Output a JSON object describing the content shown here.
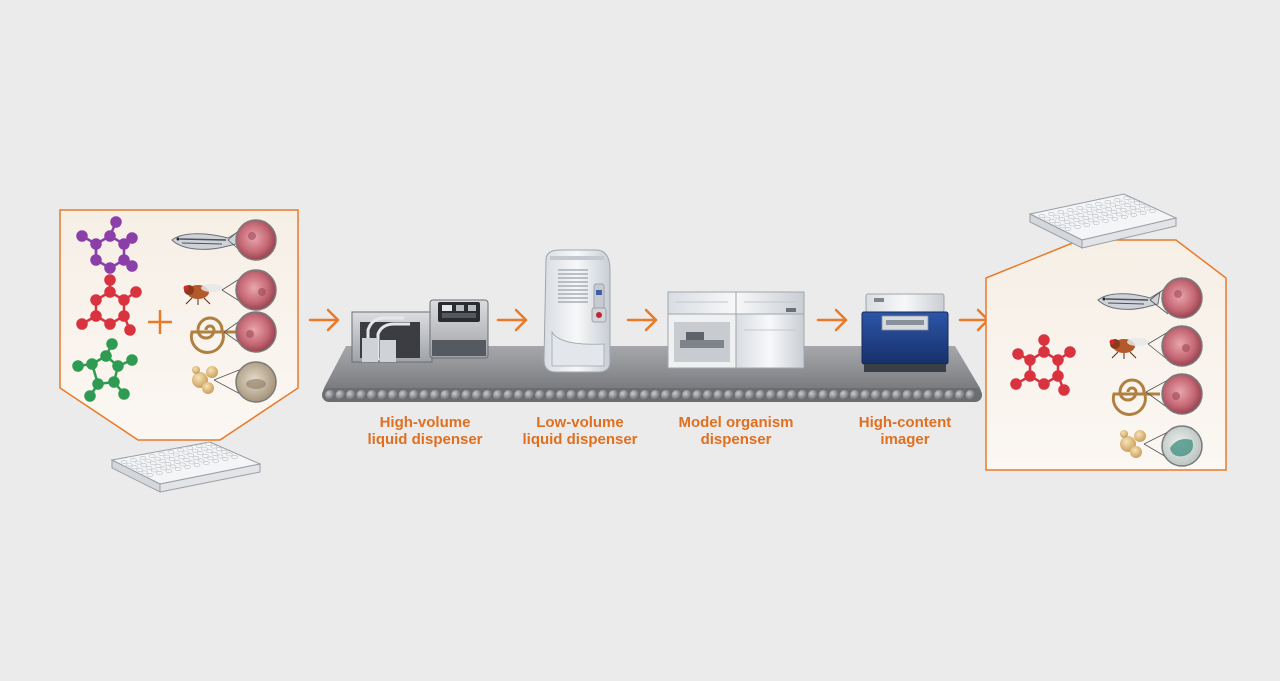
{
  "colors": {
    "background": "#ebebeb",
    "accent": "#e97a2a",
    "label": "#e07020",
    "belt": "#8f9195",
    "molecule_purple": "#8b3fa8",
    "molecule_red": "#d8333f",
    "molecule_green": "#2f9a52",
    "imager_blue": "#1f3f8a"
  },
  "icons": {
    "plus": "plus-icon",
    "arrow": "arrow-right-icon",
    "fish": "zebrafish-icon",
    "fly": "fruit-fly-icon",
    "worm": "nematode-icon",
    "yeast": "yeast-icon",
    "plate": "microplate-icon",
    "cell": "cell-zoom-icon"
  },
  "stations": [
    {
      "id": "high-volume",
      "line1": "High-volume",
      "line2": "liquid dispenser"
    },
    {
      "id": "low-volume",
      "line1": "Low-volume",
      "line2": "liquid dispenser"
    },
    {
      "id": "model-organism",
      "line1": "Model organism",
      "line2": "dispenser"
    },
    {
      "id": "high-content",
      "line1": "High-content",
      "line2": "imager"
    }
  ]
}
